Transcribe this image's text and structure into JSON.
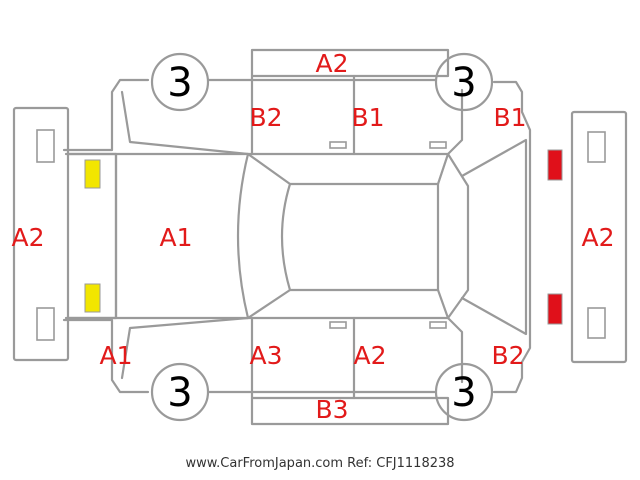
{
  "colors": {
    "outline": "#9a9a9a",
    "code_text": "#e21a1a",
    "yellow_light": "#f2e600",
    "red_light": "#e0101a"
  },
  "tires": {
    "front_left": "3",
    "rear_left": "3",
    "front_right": "3",
    "rear_right": "3"
  },
  "damage_codes": {
    "top_side": "A2",
    "top_front_door": "B2",
    "top_rear_door": "B1",
    "top_rear_fender": "B1",
    "front_bumper": "A2",
    "hood": "A1",
    "rear_bumper": "A2",
    "bottom_front_fender": "A1",
    "bottom_front_door": "A3",
    "bottom_rear_door": "A2",
    "bottom_rear_fender": "B2",
    "bottom_side": "B3"
  },
  "footer": {
    "watermark": "www.CarFromJapan.com Ref: CFJ1118238"
  }
}
